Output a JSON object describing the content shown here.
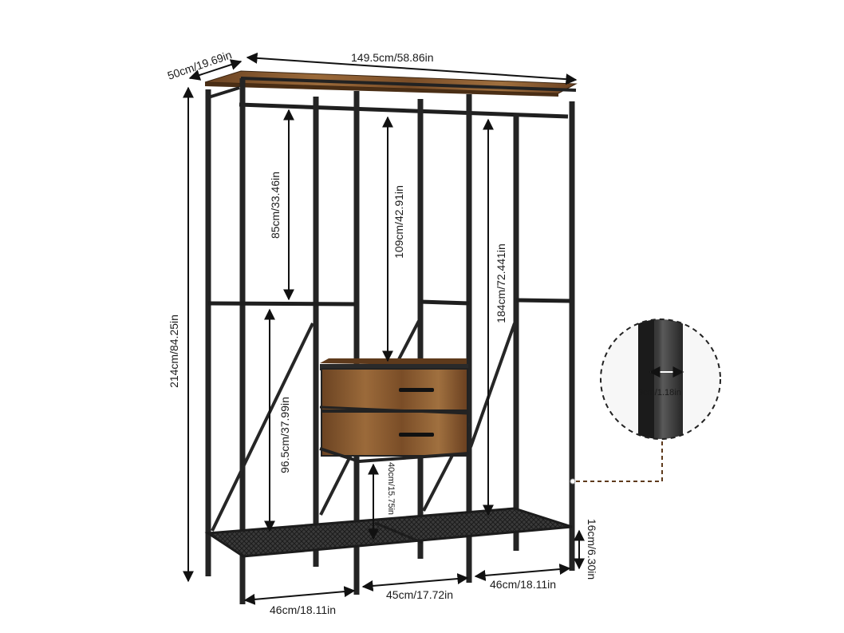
{
  "dimensions": {
    "depth": "50cm/19.69in",
    "width": "149.5cm/58.86in",
    "height": "214cm/84.25in",
    "left_upper_hanging": "85cm/33.46in",
    "middle_hanging": "109cm/42.91in",
    "right_hanging": "184cm/72.441in",
    "left_lower_hanging": "96.5cm/37.99in",
    "drawer_clearance": "40cm/15.75in",
    "bottom_shelf_height": "16cm/6.30in",
    "left_section_width": "46cm/18.11in",
    "middle_section_width": "45cm/17.72in",
    "right_section_width": "46cm/18.11in",
    "tube_width": "3cm/1.18in"
  },
  "colors": {
    "frame": "#2b2b2b",
    "wood": "#8a5a2e",
    "wood_dark": "#5e3a1c",
    "dimension_line": "#111111"
  }
}
